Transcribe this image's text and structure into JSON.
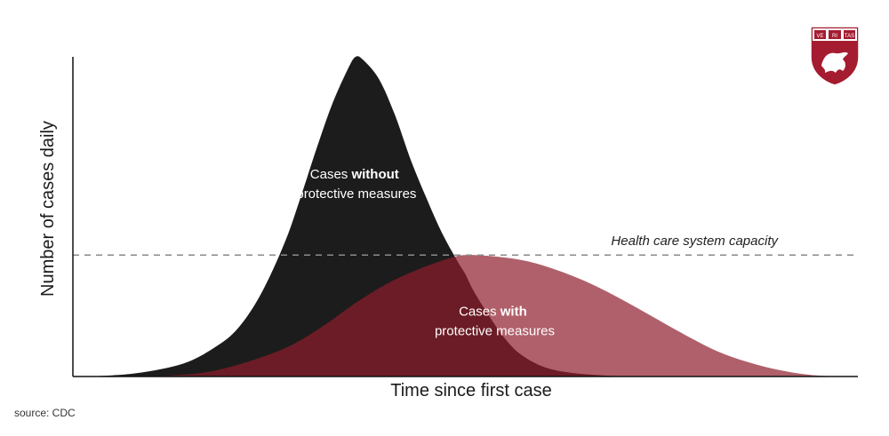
{
  "chart_data": {
    "type": "area",
    "xlabel": "Time since first case",
    "ylabel": "Number of cases daily",
    "x_range": [
      0,
      100
    ],
    "y_range": [
      0,
      100
    ],
    "grid": false,
    "capacity": {
      "label": "Health care system capacity",
      "value": 38
    },
    "series": [
      {
        "key": "without",
        "label_line1_prefix": "Cases ",
        "label_line1_bold": "without",
        "label_line2": "protective measures",
        "color": "#1c1c1c",
        "peak_x": 36,
        "peak_y": 100,
        "points": [
          [
            2,
            0
          ],
          [
            8,
            1
          ],
          [
            14,
            4
          ],
          [
            18,
            9
          ],
          [
            21,
            15
          ],
          [
            24,
            26
          ],
          [
            27,
            42
          ],
          [
            29,
            56
          ],
          [
            31,
            71
          ],
          [
            33,
            85
          ],
          [
            35,
            96
          ],
          [
            36,
            100
          ],
          [
            37,
            99
          ],
          [
            39,
            93
          ],
          [
            41,
            82
          ],
          [
            43,
            68
          ],
          [
            45,
            56
          ],
          [
            47,
            45
          ],
          [
            49,
            36
          ],
          [
            50,
            32
          ],
          [
            51,
            27
          ],
          [
            53,
            19
          ],
          [
            55,
            12
          ],
          [
            57,
            7
          ],
          [
            60,
            3
          ],
          [
            64,
            1
          ],
          [
            70,
            0
          ]
        ]
      },
      {
        "key": "with",
        "label_line1_prefix": "Cases ",
        "label_line1_bold": "with",
        "label_line2": "protective measures",
        "color": "#8e1d2b",
        "opacity": 0.7,
        "peak_x": 50,
        "peak_y": 38,
        "points": [
          [
            10,
            0
          ],
          [
            16,
            1
          ],
          [
            20,
            3
          ],
          [
            24,
            6
          ],
          [
            28,
            10
          ],
          [
            32,
            16
          ],
          [
            36,
            23
          ],
          [
            40,
            29
          ],
          [
            44,
            33.5
          ],
          [
            48,
            37
          ],
          [
            50,
            38
          ],
          [
            54,
            37.5
          ],
          [
            58,
            36
          ],
          [
            62,
            33
          ],
          [
            66,
            29
          ],
          [
            70,
            24
          ],
          [
            74,
            18.5
          ],
          [
            78,
            13
          ],
          [
            82,
            8
          ],
          [
            86,
            4.5
          ],
          [
            90,
            2
          ],
          [
            94,
            0.5
          ],
          [
            98,
            0
          ]
        ]
      }
    ]
  },
  "logo": {
    "shield_text": [
      "VE",
      "RI",
      "TAS"
    ]
  },
  "source": "source: CDC"
}
